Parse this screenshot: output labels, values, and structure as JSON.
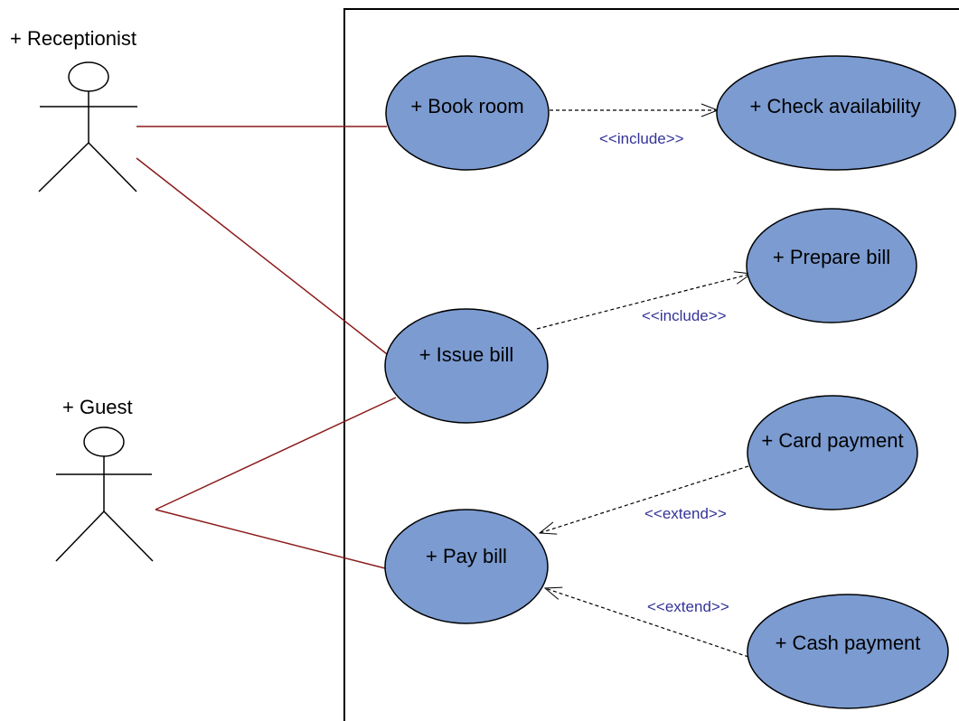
{
  "colors": {
    "usecase_fill": "#7b9bd1",
    "association_line": "#8b1a1a",
    "dependency_line": "#000000",
    "stereotype_text": "#333399"
  },
  "actors": {
    "receptionist": {
      "label": "+ Receptionist"
    },
    "guest": {
      "label": "+ Guest"
    }
  },
  "use_cases": {
    "book_room": "+ Book room",
    "check_availability": "+ Check availability",
    "prepare_bill": "+ Prepare bill",
    "issue_bill": "+ Issue bill",
    "card_payment": "+ Card payment",
    "pay_bill": "+ Pay bill",
    "cash_payment": "+ Cash payment"
  },
  "relations": {
    "include_1": "<<include>>",
    "include_2": "<<include>>",
    "extend_1": "<<extend>>",
    "extend_2": "<<extend>>"
  }
}
